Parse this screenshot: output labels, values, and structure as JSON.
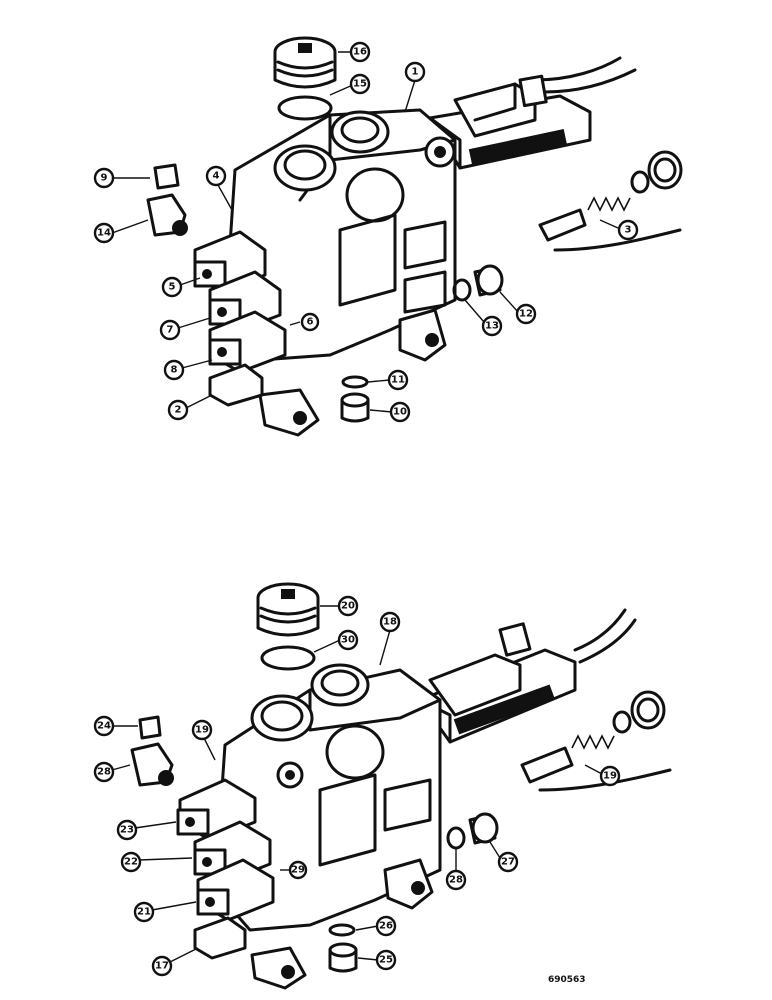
{
  "figure_code": "690563",
  "upper_assembly": {
    "callouts": [
      "16",
      "15",
      "1",
      "9",
      "4",
      "14",
      "5",
      "7",
      "8",
      "2",
      "3",
      "12",
      "13",
      "11",
      "10",
      "6"
    ]
  },
  "lower_assembly": {
    "callouts": [
      "20",
      "30",
      "18",
      "24",
      "19",
      "28",
      "23",
      "22",
      "21",
      "17",
      "26",
      "25",
      "28",
      "27",
      "19",
      "29"
    ]
  }
}
